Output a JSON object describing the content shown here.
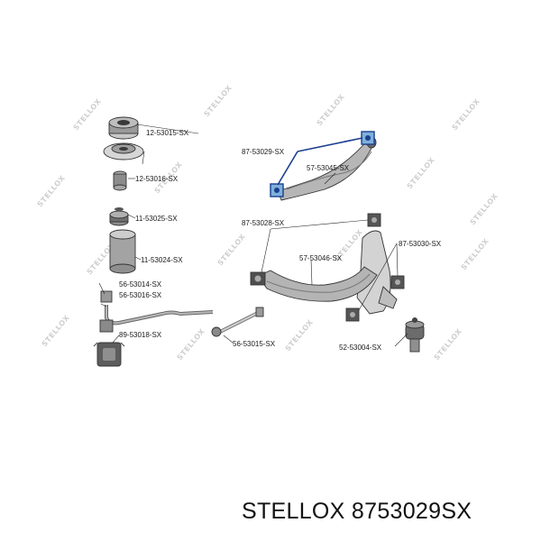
{
  "watermark": "STELLOX",
  "labels": {
    "p12_53015": "12-53015-SX",
    "p12_53016": "12-53016-SX",
    "p11_53025": "11-53025-SX",
    "p11_53024": "11-53024-SX",
    "p87_53029": "87-53029-SX",
    "p57_53045": "57-53045-SX",
    "p87_53028": "87-53028-SX",
    "p57_53046": "57-53046-SX",
    "p87_53030": "87-53030-SX",
    "p56_53014": "56-53014-SX",
    "p56_53016": "56-53016-SX",
    "p89_53018": "89-53018-SX",
    "p56_53015": "56-53015-SX",
    "p52_53004": "52-53004-SX"
  },
  "footer": {
    "brand": "STELLOX",
    "part_number": "8753029SX"
  },
  "colors": {
    "highlight": "#1b3f8f",
    "bushing_highlight": "#7fb0dc"
  }
}
